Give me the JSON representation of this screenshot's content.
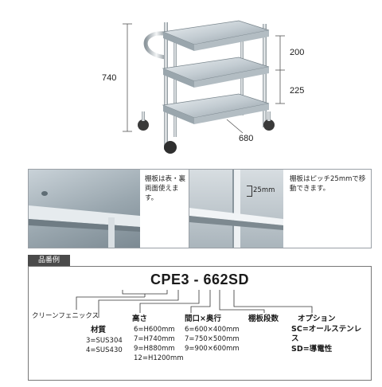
{
  "product": {
    "dimensions": {
      "height": "740",
      "top_gap": "200",
      "mid_gap": "225",
      "width": "680"
    }
  },
  "details": [
    {
      "note": "棚板は表・裏両面使えます。"
    },
    {
      "pitch_label": "25mm",
      "note": "棚板はピッチ25mmで移動できます。"
    }
  ],
  "part_number": {
    "tag": "品番例",
    "code": "CPE3 - 662SD",
    "series": "クリーンフェニックス",
    "material": {
      "title": "材質",
      "options": [
        "3=SUS304",
        "4=SUS430"
      ]
    },
    "height": {
      "title": "高さ",
      "options": [
        "6=H600mm",
        "7=H740mm",
        "9=H880mm",
        "12=H1200mm"
      ]
    },
    "size": {
      "title": "間口×奥行",
      "options": [
        "6=600×400mm",
        "7=750×500mm",
        "9=900×600mm"
      ]
    },
    "shelves": {
      "title": "棚板段数"
    },
    "option": {
      "title": "オプション",
      "options": [
        "SC=オールステンレス",
        "SD=導電性"
      ]
    }
  }
}
